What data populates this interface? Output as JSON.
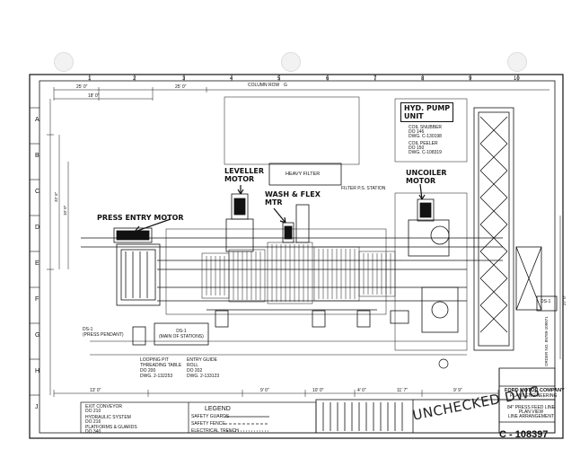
{
  "sheet": {
    "column_row_label": "COLUMN ROW",
    "column_row_value": "G",
    "columns": [
      "1",
      "2",
      "3",
      "4",
      "5",
      "6",
      "7",
      "8",
      "9",
      "10"
    ],
    "rows": [
      "A",
      "B",
      "C",
      "D",
      "E",
      "F",
      "G",
      "H",
      "J"
    ]
  },
  "handwritten": {
    "press_entry_motor": "PRESS ENTRY MOTOR",
    "leveller_motor": "LEVELLER\nMOTOR",
    "wash_flex_mtr": "WASH & FLEX\nMTR",
    "uncoiler_motor": "UNCOILER\nMOTOR",
    "hyd_pump_unit": "HYD. PUMP\nUNIT",
    "heavy_filter": "HEAVY FILTER"
  },
  "labels": {
    "filter_station": "FILTER P.S. STATION",
    "ds_main": "DS-1\n(MAIN OF STATIONS)",
    "press_pendant": "DS-1\n(PRESS PENDANT)",
    "looping_pit": "LOOPING PIT\nTHREADING TABLE\nDO 200\nDWG. 2-132253",
    "entry_guide": "ENTRY GUIDE\nROLL\nDO 202\nDWG. 2-133123",
    "coil_snubber": "COIL SNUBBER\nDO 146\nDWG. C-130198",
    "coil_peeler": "COIL PEELER\nDO 150\nDWG. C-108319",
    "ds1_right": "DS-1"
  },
  "dimensions": [
    "25' 0\"",
    "18' 0\"",
    "25' 0\"",
    "13' 0\"",
    "9' 0\"",
    "10' 0\"",
    "4' 0\"",
    "11' 7\"",
    "9' 9\"",
    "32' 6\"",
    "10' 0\"",
    "27' 0\""
  ],
  "legend": {
    "title": "LEGEND",
    "items_left": [
      "EXIT CONVEYOR\nDO 210",
      "HYDRAULIC SYSTEM\nDO 216",
      "PLATFORMS & GUARDS\nDO 340"
    ],
    "items_right": [
      "SAFETY GUARDS",
      "SAFETY FENCE",
      "ELECTRICAL TRENCH"
    ]
  },
  "title_block": {
    "company": "FORD MOTOR COMPANY",
    "sub": "PLANT ENGINEERING",
    "drawing_title": "84\" PRESS FEED LINE\nPLAN VIEW\nLINE ARRANGEMENT",
    "drawing_no": "C - 108397",
    "stamp": "UNCHECKED DWG",
    "order_no": "ORDER NO. 89789-109871"
  },
  "colors": {
    "ink": "#111111",
    "paper": "#ffffff"
  }
}
